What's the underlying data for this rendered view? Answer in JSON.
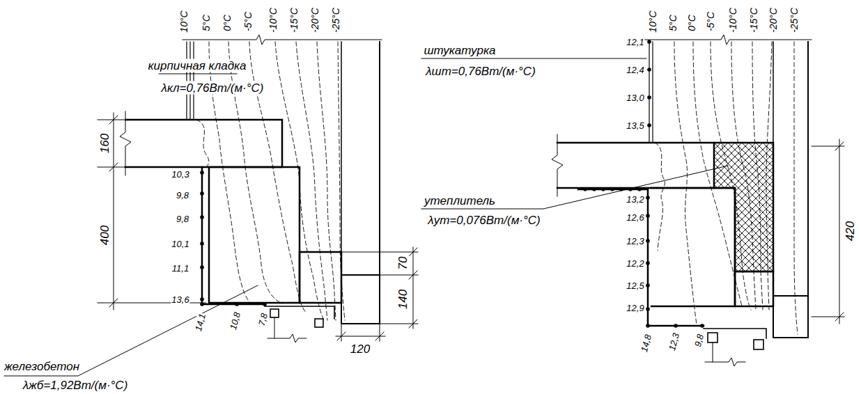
{
  "diagram": {
    "labels": [
      "10°C",
      "5°C",
      "0°C",
      "-5°C",
      "-10°C",
      "-15°C",
      "-20°C",
      "-25°C",
      "кирпичная кладка",
      "λкл=0,76Вт/(м·°С)",
      "160",
      "400",
      "10,3",
      "9,8",
      "9,8",
      "10,1",
      "11,1",
      "13,6",
      "14,1",
      "10,8",
      "7,8",
      "70",
      "140",
      "120",
      "железобетон",
      "λжб=1,92Вт/(м·°С)",
      "10°C",
      "5°C",
      "0°C",
      "-5°C",
      "-10°C",
      "-15°C",
      "-20°C",
      "-25°C",
      "штукатурка",
      "λшт=0,76Вт/(м·°С)",
      "12,1",
      "12,4",
      "13,0",
      "13,5",
      "утеплитель",
      "λут=0,076Вт/(м·°С)",
      "13,2",
      "12,6",
      "12,3",
      "12,2",
      "12,5",
      "12,9",
      "14,8",
      "12,3",
      "9,8",
      "420"
    ]
  }
}
